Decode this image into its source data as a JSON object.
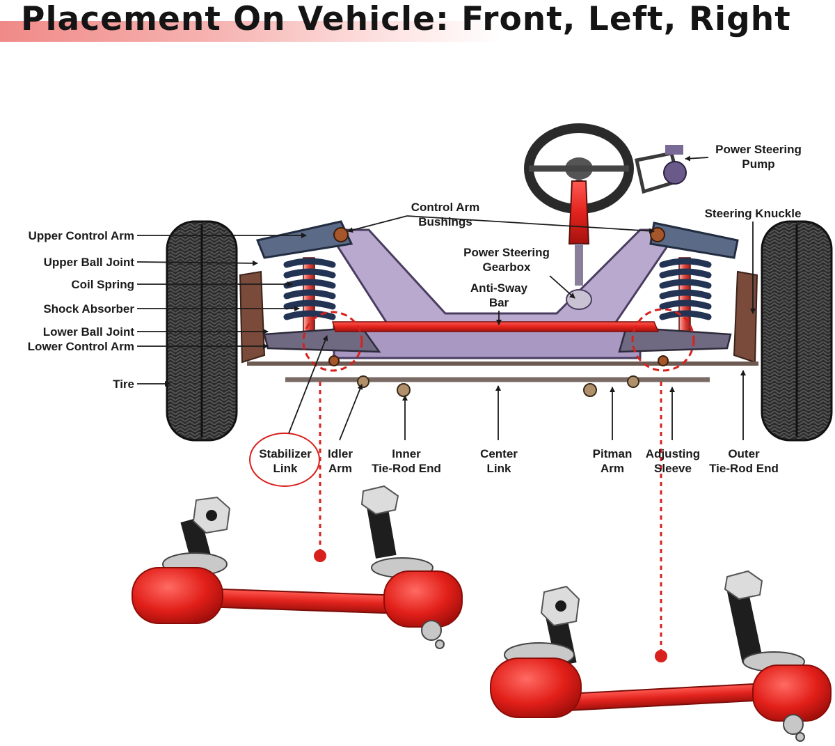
{
  "title": "Placement On Vehicle: Front, Left, Right",
  "colors": {
    "accent_red": "#d8201c",
    "frame_purple": "#b8a8cc",
    "arm_slate": "#5b6a86",
    "title_band": "#f08a88"
  },
  "labels": {
    "upper_control_arm": "Upper Control Arm",
    "upper_ball_joint": "Upper Ball Joint",
    "coil_spring": "Coil Spring",
    "shock_absorber": "Shock Absorber",
    "lower_ball_joint": "Lower Ball Joint",
    "lower_control_arm": "Lower Control Arm",
    "tire": "Tire",
    "control_arm_bushings": [
      "Control Arm",
      "Bushings"
    ],
    "power_steering_gearbox": [
      "Power Steering",
      "Gearbox"
    ],
    "anti_sway_bar": [
      "Anti-Sway",
      "Bar"
    ],
    "power_steering_pump": [
      "Power Steering",
      "Pump"
    ],
    "steering_knuckle": "Steering Knuckle",
    "stabilizer_link": [
      "Stabilizer",
      "Link"
    ],
    "idler_arm": [
      "Idler",
      "Arm"
    ],
    "inner_tie_rod_end": [
      "Inner",
      "Tie-Rod End"
    ],
    "center_link": [
      "Center",
      "Link"
    ],
    "pitman_arm": [
      "Pitman",
      "Arm"
    ],
    "adjusting_sleeve": [
      "Adjusting",
      "Sleeve"
    ],
    "outer_tie_rod_end": [
      "Outer",
      "Tie-Rod End"
    ]
  },
  "icons": [
    "tire-icon",
    "steering-wheel-icon",
    "coil-spring-icon",
    "stabilizer-link-product-icon",
    "highlight-circle-icon"
  ]
}
